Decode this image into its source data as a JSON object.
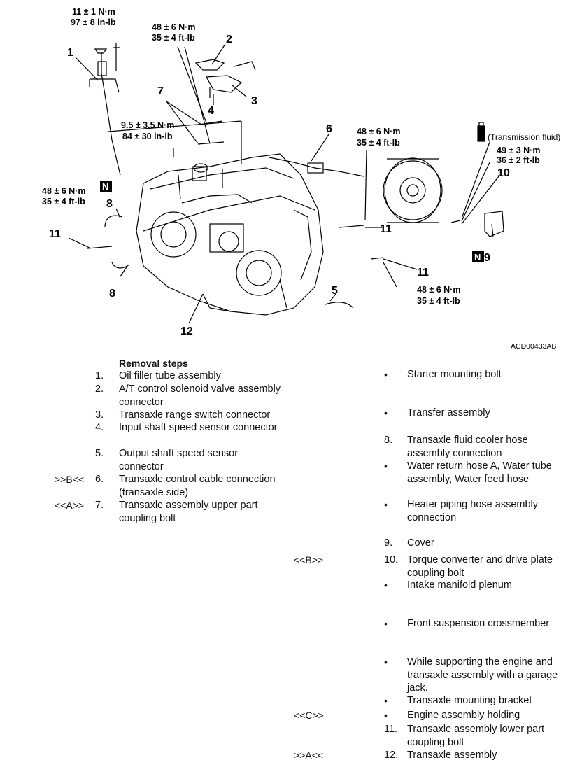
{
  "callouts": {
    "n1": "1",
    "n2": "2",
    "n3": "3",
    "n4": "4",
    "n5": "5",
    "n6": "6",
    "n7": "7",
    "n8a": "8",
    "n8b": "8",
    "n9": "9",
    "n10": "10",
    "n11a": "11",
    "n11b": "11",
    "n11c": "11",
    "n12": "12"
  },
  "torques": {
    "t1a": "11 ± 1 N·m",
    "t1b": "97 ± 8 in-lb",
    "t2a": "48 ± 6 N·m",
    "t2b": "35 ± 4 ft-lb",
    "t3a": "9.5 ± 3.5 N·m",
    "t3b": "84 ± 30 in-lb",
    "t4a": "48 ± 6 N·m",
    "t4b": "35 ± 4 ft-lb",
    "t5a": "48 ± 6 N·m",
    "t5b": "35 ± 4 ft-lb",
    "t6a": "49 ± 3 N·m",
    "t6b": "36 ± 2 ft-lb",
    "t7a": "48 ± 6 N·m",
    "t7b": "35 ± 4 ft-lb"
  },
  "fluid_label": "(Transmission fluid)",
  "n_badge": "N",
  "figure_id": "ACD00433AB",
  "steps_title": "Removal steps",
  "left_steps": [
    {
      "mark": "",
      "num": "1.",
      "text": "Oil filler tube assembly"
    },
    {
      "mark": "",
      "num": "2.",
      "text": "A/T control solenoid valve assembly connector"
    },
    {
      "mark": "",
      "num": "3.",
      "text": "Transaxle range switch connector"
    },
    {
      "mark": "",
      "num": "4.",
      "text": "Input shaft speed sensor connector"
    },
    {
      "mark": "",
      "num": "5.",
      "text": "Output shaft speed sensor connector"
    },
    {
      "mark": ">>B<<",
      "num": "6.",
      "text": "Transaxle control cable connection (transaxle side)"
    },
    {
      "mark": "<<A>>",
      "num": "7.",
      "text": "Transaxle assembly upper part coupling bolt"
    }
  ],
  "right_steps": [
    {
      "mark": "",
      "num": "",
      "bullet": true,
      "text": "Starter mounting bolt"
    },
    {
      "mark": "",
      "num": "",
      "bullet": true,
      "text": "Transfer assembly"
    },
    {
      "mark": "",
      "num": "8.",
      "bullet": false,
      "text": "Transaxle fluid cooler hose assembly connection"
    },
    {
      "mark": "",
      "num": "",
      "bullet": true,
      "text": "Water return hose A, Water tube assembly, Water feed hose"
    },
    {
      "mark": "",
      "num": "",
      "bullet": true,
      "text": "Heater piping hose assembly connection"
    },
    {
      "mark": "",
      "num": "9.",
      "bullet": false,
      "text": "Cover"
    },
    {
      "mark": "<<B>>",
      "num": "10.",
      "bullet": false,
      "text": "Torque converter and drive plate coupling bolt"
    },
    {
      "mark": "",
      "num": "",
      "bullet": true,
      "text": "Intake manifold plenum"
    },
    {
      "mark": "",
      "num": "",
      "bullet": true,
      "text": "Front suspension crossmember"
    },
    {
      "mark": "",
      "num": "",
      "bullet": true,
      "text": "While supporting the engine and transaxle assembly with a garage jack."
    },
    {
      "mark": "",
      "num": "",
      "bullet": true,
      "text": "Transaxle mounting bracket"
    },
    {
      "mark": "<<C>>",
      "num": "",
      "bullet": true,
      "text": "Engine assembly holding"
    },
    {
      "mark": "",
      "num": "11.",
      "bullet": false,
      "text": "Transaxle assembly lower part coupling bolt"
    },
    {
      "mark": ">>A<<",
      "num": "12.",
      "bullet": false,
      "text": "Transaxle assembly"
    }
  ]
}
